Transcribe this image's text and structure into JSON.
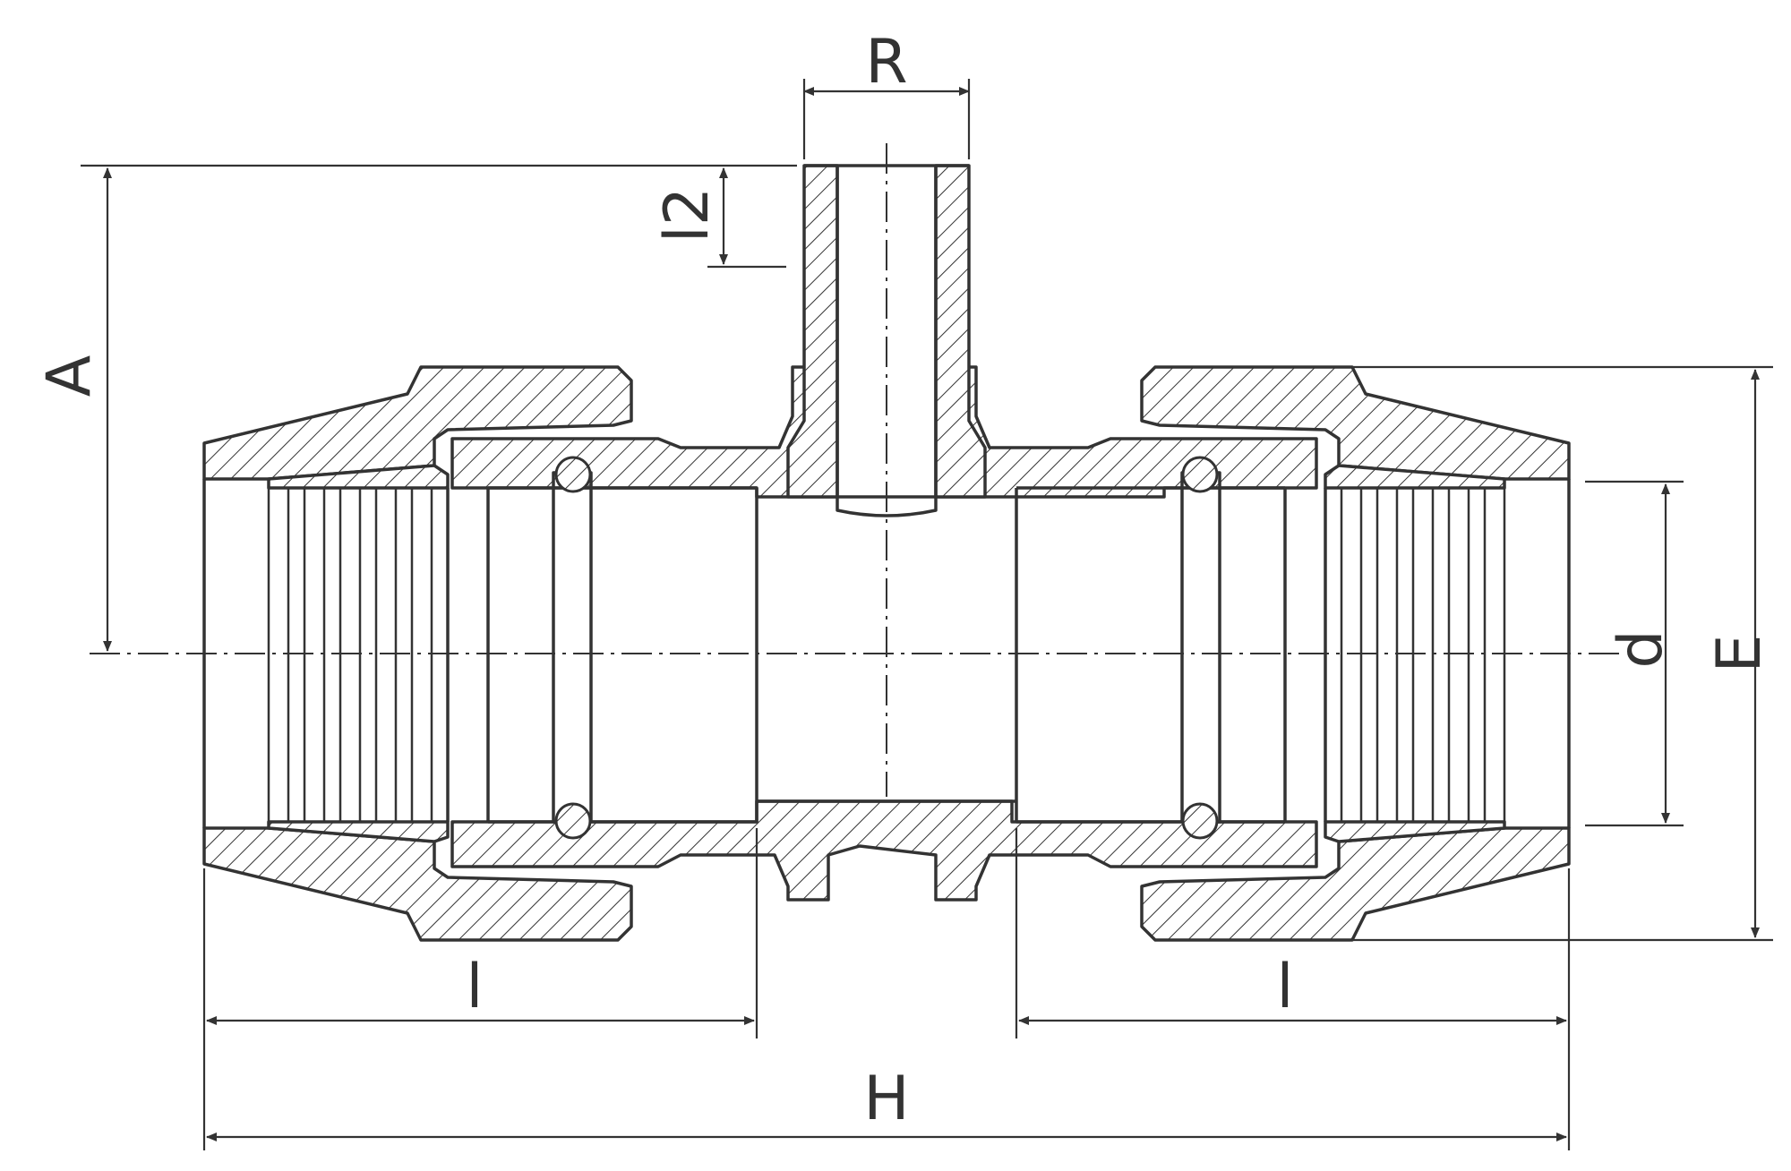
{
  "drawing": {
    "subject": "",
    "stroke_color": "#333333",
    "background": "#ffffff",
    "labels": {
      "R": "R",
      "l2": "l2",
      "A": "A",
      "d": "d",
      "E": "E",
      "l_left": "l",
      "l_right": "l",
      "H": "H"
    }
  }
}
